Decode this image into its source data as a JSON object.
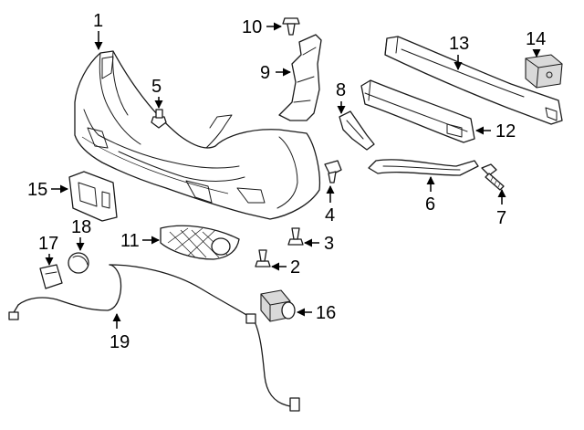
{
  "callouts": {
    "c1": "1",
    "c2": "2",
    "c3": "3",
    "c4": "4",
    "c5": "5",
    "c6": "6",
    "c7": "7",
    "c8": "8",
    "c9": "9",
    "c10": "10",
    "c11": "11",
    "c12": "12",
    "c13": "13",
    "c14": "14",
    "c15": "15",
    "c16": "16",
    "c17": "17",
    "c18": "18",
    "c19": "19"
  },
  "colors": {
    "line": "#1a1a1a",
    "shade": "#d9d9d9",
    "background": "#ffffff"
  }
}
